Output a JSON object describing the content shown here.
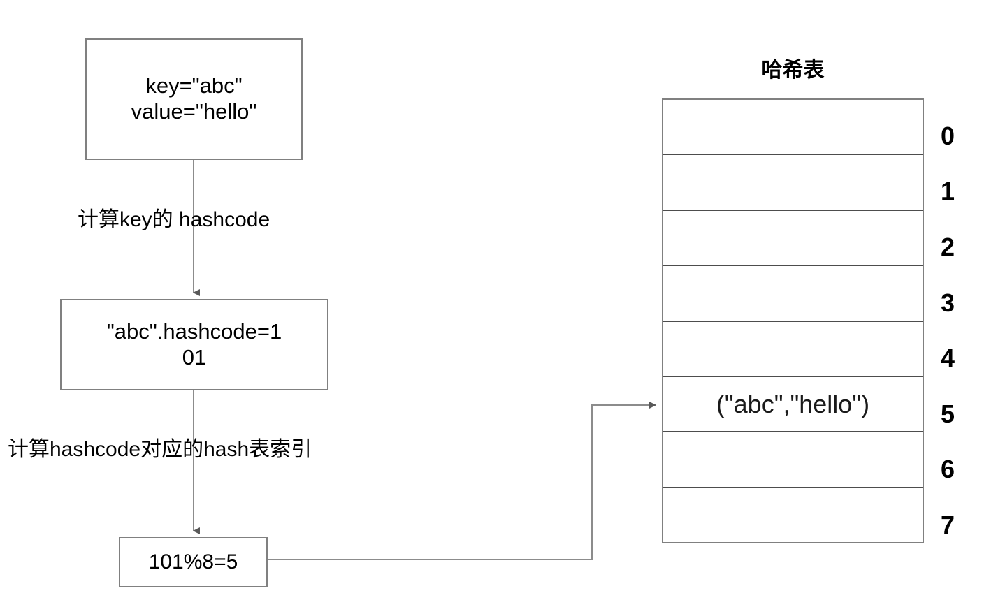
{
  "diagram": {
    "title_hidden": "",
    "flow": {
      "input_box": {
        "text": "key=\"abc\"\nvalue=\"hello\""
      },
      "hashcode_box": {
        "text": "\"abc\".hashcode=1\n01"
      },
      "modulo_box": {
        "text": "101%8=5"
      },
      "edge_labels": {
        "compute_hashcode": "计算key的 hashcode",
        "compute_index": "计算hashcode对应的hash表索引"
      }
    },
    "hash_table": {
      "title": "哈希表",
      "indices": [
        "0",
        "1",
        "2",
        "3",
        "4",
        "5",
        "6",
        "7"
      ],
      "cells": [
        "",
        "",
        "",
        "",
        "",
        "(\"abc\",\"hello\")",
        "",
        ""
      ]
    },
    "colors": {
      "box_border": "#808080",
      "table_border": "#4d4d4d",
      "connector": "#8c8c8c",
      "arrowhead": "#595959",
      "text": "#000000",
      "background": "#ffffff"
    }
  }
}
